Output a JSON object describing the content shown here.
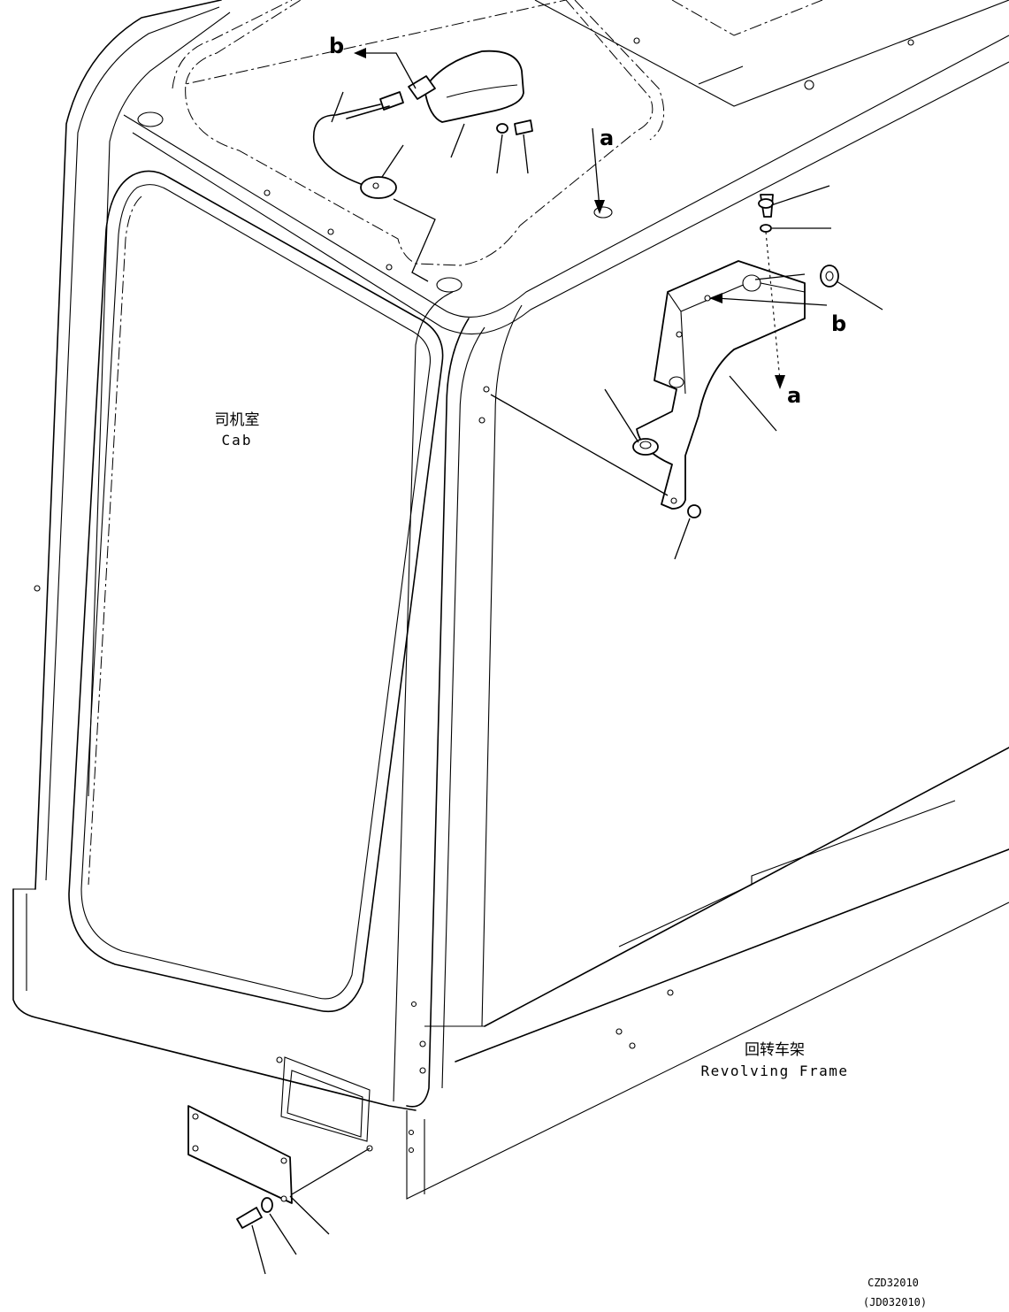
{
  "labels": {
    "cab_cn": "司机室",
    "cab_en": "Cab",
    "frame_cn": "回转车架",
    "frame_en": "Revolving Frame"
  },
  "markers": {
    "b_top": "b",
    "a_top": "a",
    "b_right": "b",
    "a_right": "a"
  },
  "reference": {
    "code": "CZD32010",
    "alt_code": "(JD032010)"
  }
}
